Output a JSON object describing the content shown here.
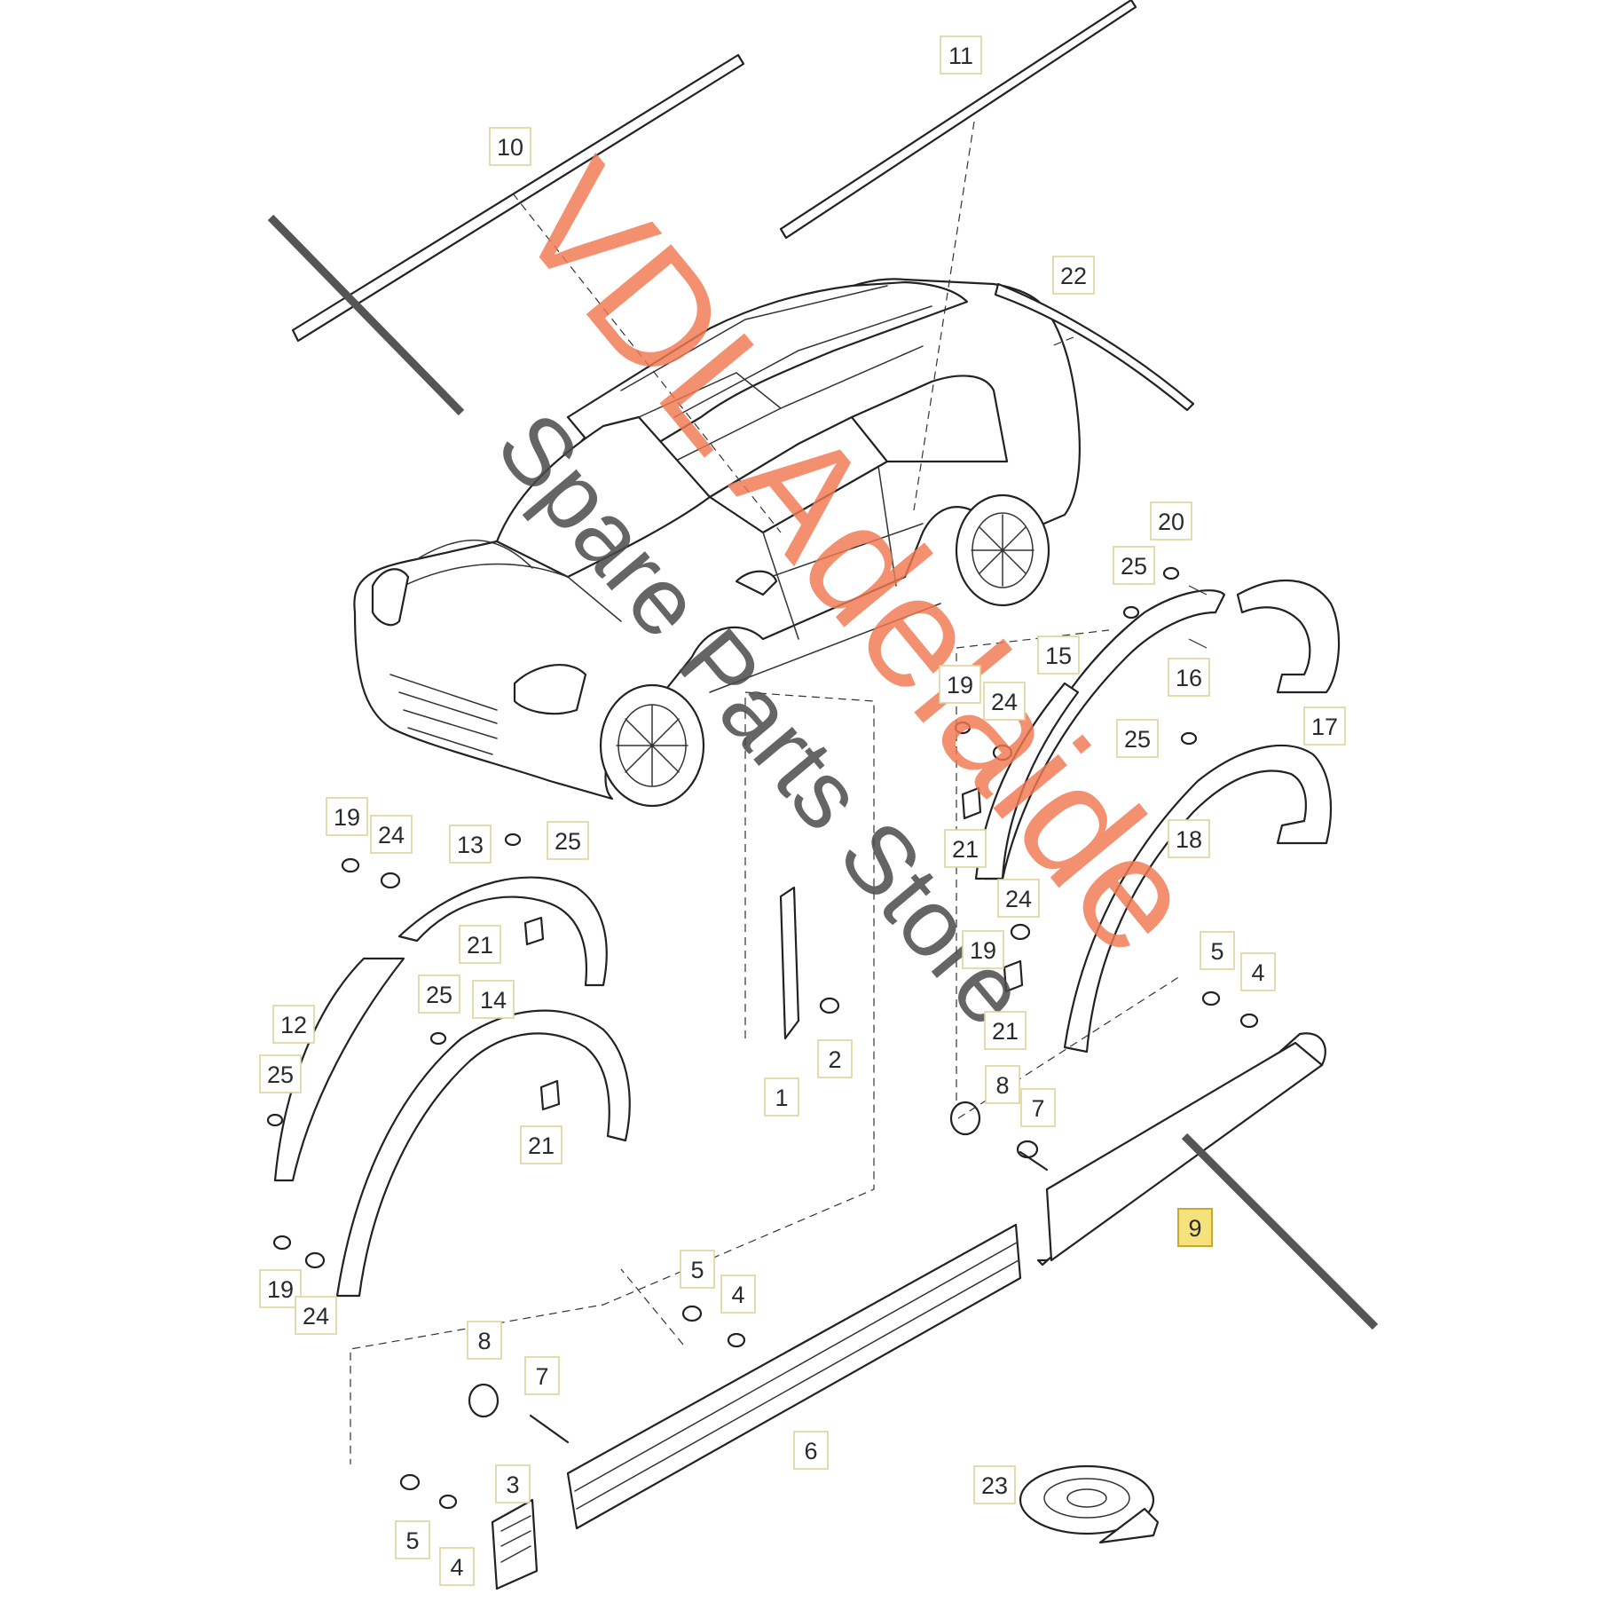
{
  "watermark": {
    "line1": "VDL Adelaide",
    "line2": "Spare Parts Store",
    "line1_color": "#f07850",
    "line2_color": "#4a4a4a",
    "strike_color": "#555555"
  },
  "highlight_color": "#f6e27a",
  "callouts": [
    {
      "id": "c10",
      "label": "10"
    },
    {
      "id": "c11",
      "label": "11"
    },
    {
      "id": "c22",
      "label": "22"
    },
    {
      "id": "c20",
      "label": "20"
    },
    {
      "id": "c25a",
      "label": "25"
    },
    {
      "id": "c16",
      "label": "16"
    },
    {
      "id": "c17",
      "label": "17"
    },
    {
      "id": "c15",
      "label": "15"
    },
    {
      "id": "c19a",
      "label": "19"
    },
    {
      "id": "c24a",
      "label": "24"
    },
    {
      "id": "c25b",
      "label": "25"
    },
    {
      "id": "c18",
      "label": "18"
    },
    {
      "id": "c21a",
      "label": "21"
    },
    {
      "id": "c24b",
      "label": "24"
    },
    {
      "id": "c19b",
      "label": "19"
    },
    {
      "id": "c5a",
      "label": "5"
    },
    {
      "id": "c4a",
      "label": "4"
    },
    {
      "id": "c21b",
      "label": "21"
    },
    {
      "id": "c8a",
      "label": "8"
    },
    {
      "id": "c7a",
      "label": "7"
    },
    {
      "id": "c9",
      "label": "9",
      "highlight": true
    },
    {
      "id": "c19c",
      "label": "19"
    },
    {
      "id": "c24c",
      "label": "24"
    },
    {
      "id": "c13",
      "label": "13"
    },
    {
      "id": "c25c",
      "label": "25"
    },
    {
      "id": "c21c",
      "label": "21"
    },
    {
      "id": "c12",
      "label": "12"
    },
    {
      "id": "c25d",
      "label": "25"
    },
    {
      "id": "c14",
      "label": "14"
    },
    {
      "id": "c25e",
      "label": "25"
    },
    {
      "id": "c21d",
      "label": "21"
    },
    {
      "id": "c19d",
      "label": "19"
    },
    {
      "id": "c24d",
      "label": "24"
    },
    {
      "id": "c2",
      "label": "2"
    },
    {
      "id": "c1",
      "label": "1"
    },
    {
      "id": "c5b",
      "label": "5"
    },
    {
      "id": "c4b",
      "label": "4"
    },
    {
      "id": "c8b",
      "label": "8"
    },
    {
      "id": "c7b",
      "label": "7"
    },
    {
      "id": "c6",
      "label": "6"
    },
    {
      "id": "c3",
      "label": "3"
    },
    {
      "id": "c5c",
      "label": "5"
    },
    {
      "id": "c4c",
      "label": "4"
    },
    {
      "id": "c23",
      "label": "23"
    }
  ]
}
